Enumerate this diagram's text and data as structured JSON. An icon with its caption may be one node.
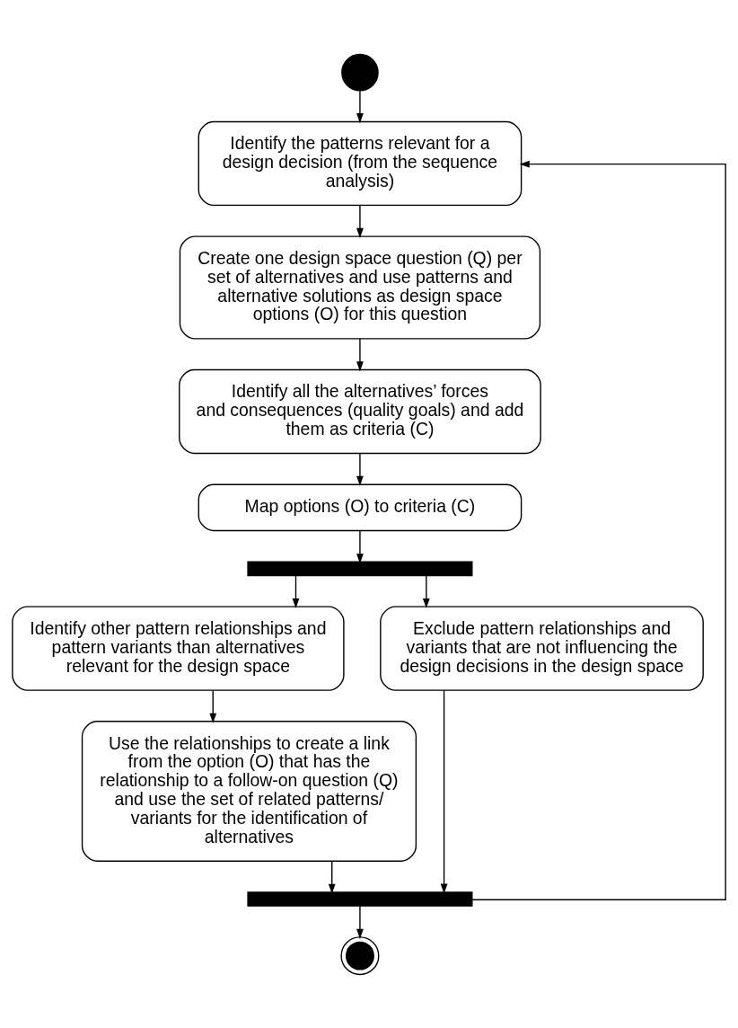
{
  "diagram": {
    "nodes": [
      {
        "text": [],
        "shape": "circle"
      },
      {
        "text": [
          "Identify the patterns relevant for a design decision (from the sequence analysis)"
        ]
      },
      {
        "text": [
          "Create one design space question (Q) per set of alternatives and use patterns and alternative solutions as design space options (O) for this question"
        ]
      },
      {
        "text": [
          "Identify all the alternatives’ forces and consequences (quality goals) and add them as criteria (C)"
        ]
      },
      {
        "text": [
          "Map options (O) to criteria (C)"
        ]
      },
      {
        "text": [],
        "shape": "bar"
      },
      {
        "text": [
          "Identify other pattern relationships and pattern variants than alternatives relevant for the design space"
        ]
      },
      {
        "text": [
          "Exclude pattern relationships and variants that are not influencing the design decisions in the design space"
        ]
      },
      {
        "text": [
          "Use the relationships to create a link from the option (O) that has the relationship to a follow-on question (Q) and use the set of related patterns/ variants for the identification of alternatives"
        ]
      },
      {
        "text": [],
        "shape": "bar"
      },
      {
        "text": [],
        "shape": "bullseye"
      }
    ],
    "edges": [
      {
        "from": 0,
        "to": 1,
        "arrow": "to"
      },
      {
        "from": 1,
        "to": 2,
        "arrow": "to"
      },
      {
        "from": 2,
        "to": 3,
        "arrow": "to"
      },
      {
        "from": 3,
        "to": 4,
        "arrow": "to"
      },
      {
        "from": 4,
        "to": 5,
        "arrow": "to"
      },
      {
        "from": 5,
        "to": 6,
        "arrow": "to"
      },
      {
        "from": 5,
        "to": 7,
        "arrow": "to"
      },
      {
        "from": 6,
        "to": 8,
        "arrow": "to"
      },
      {
        "from": 8,
        "to": 9,
        "arrow": "to"
      },
      {
        "from": 7,
        "to": 9,
        "arrow": "to"
      },
      {
        "from": 9,
        "to": 1,
        "arrow": "to"
      },
      {
        "from": 9,
        "to": 10,
        "arrow": "to"
      }
    ]
  }
}
